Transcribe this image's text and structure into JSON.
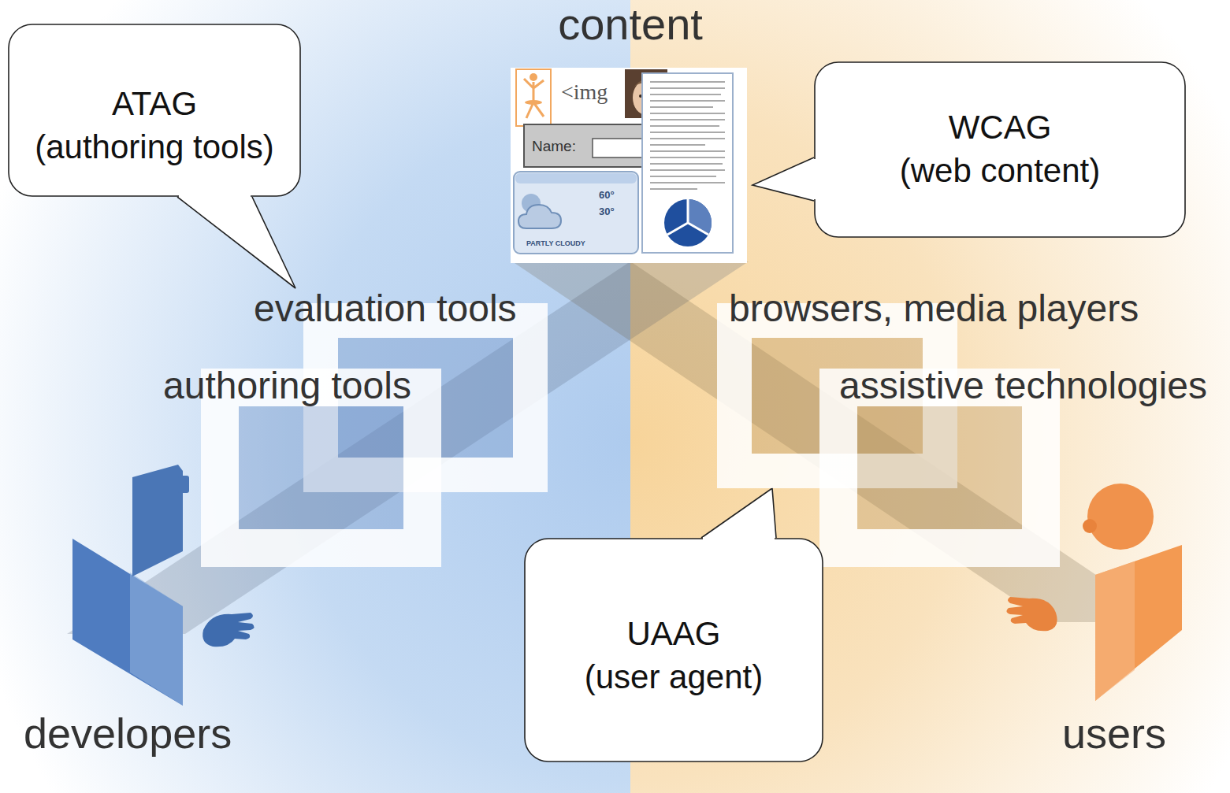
{
  "diagram": {
    "nodes": [
      {
        "text": [
          "content"
        ]
      },
      {
        "text": [
          "ATAG",
          "(authoring tools)"
        ]
      },
      {
        "text": [
          "WCAG",
          "(web content)"
        ]
      },
      {
        "text": [
          "evaluation tools"
        ]
      },
      {
        "text": [
          "browsers, media players"
        ]
      },
      {
        "text": [
          "authoring tools"
        ]
      },
      {
        "text": [
          "assistive technologies"
        ]
      },
      {
        "text": [
          "UAAG",
          "(user agent)"
        ]
      }
    ],
    "edges": [
      {
        "from": 1,
        "to": 3,
        "arrow": "none"
      },
      {
        "from": 2,
        "to": 0,
        "arrow": "none"
      },
      {
        "from": 7,
        "to": 4,
        "arrow": "none"
      }
    ],
    "labels": [
      "developers",
      "users",
      "<img",
      "Name:",
      "60°",
      "30°",
      "PARTLY CLOUDY"
    ]
  }
}
